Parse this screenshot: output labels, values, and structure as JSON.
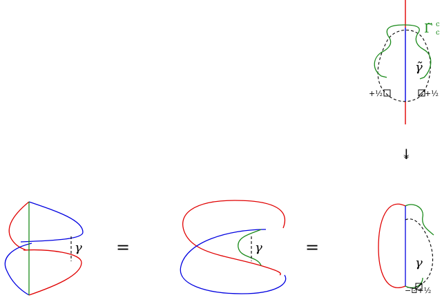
{
  "labels": {
    "top_green": "Γ̃",
    "top_green_sup": "c",
    "top_green_sub": "c",
    "top_dashed": "γ̃",
    "top_left_marker": "+½",
    "top_right_marker": "+½",
    "arrow": "↡",
    "bottom_left_gamma": "γ",
    "equals_1": "=",
    "bottom_mid_gamma": "γ",
    "equals_2": "=",
    "bottom_right_gamma": "γ",
    "bottom_right_marker": "−⊡+½"
  },
  "colors": {
    "red": "#e00000",
    "blue": "#0000e0",
    "green": "#1a8a1a",
    "dash": "#000000"
  }
}
